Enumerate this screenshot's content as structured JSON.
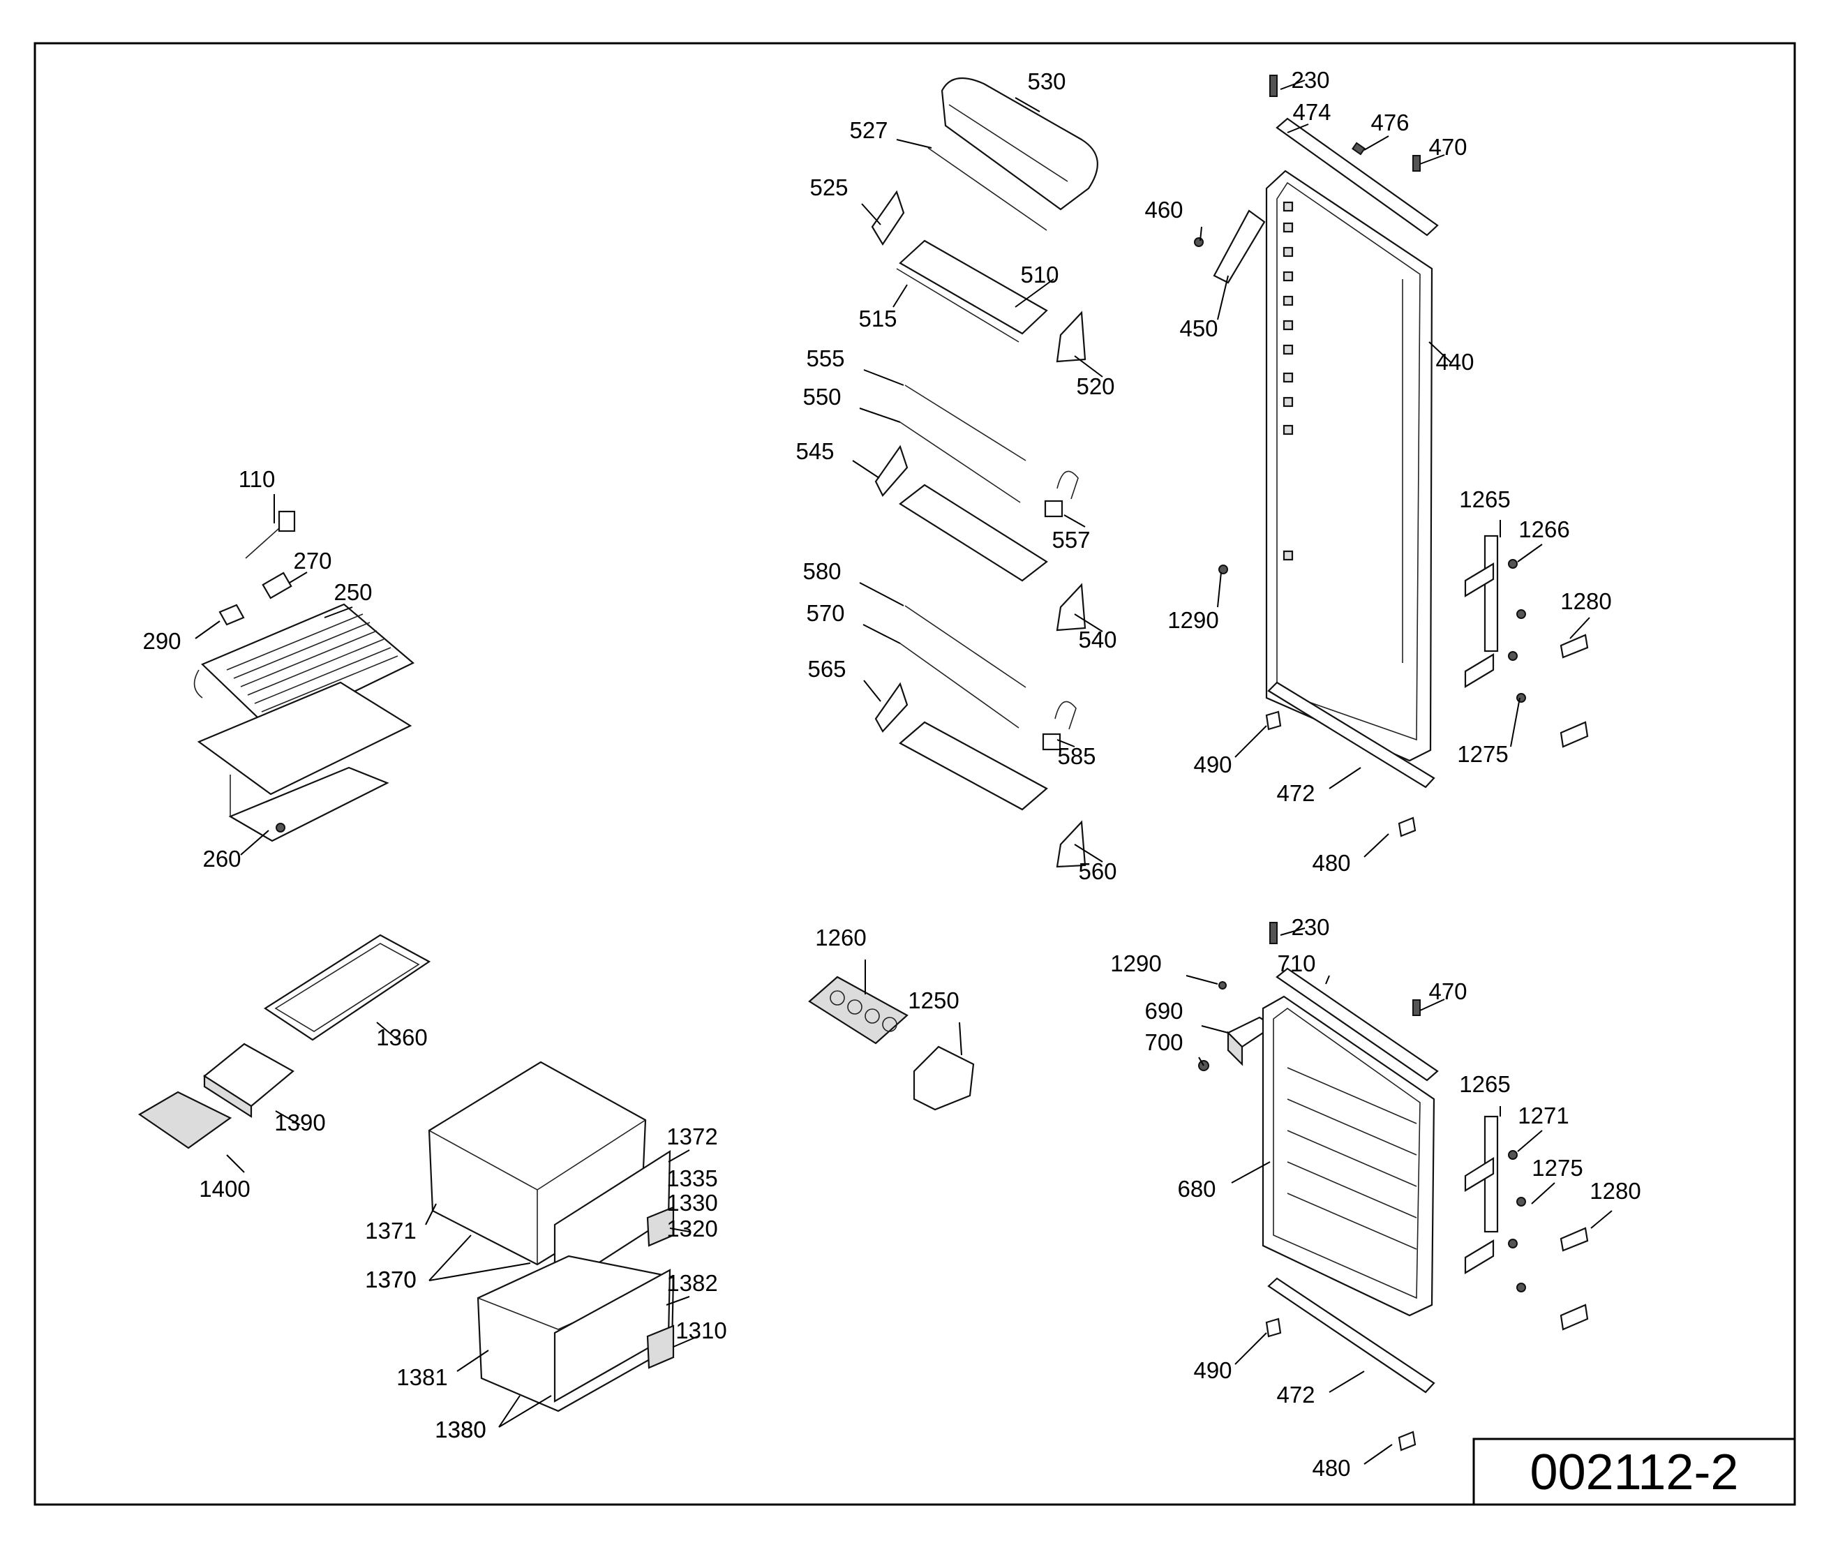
{
  "drawing_code": "002112-2",
  "callouts": [
    "530",
    "527",
    "525",
    "510",
    "515",
    "520",
    "555",
    "550",
    "545",
    "557",
    "580",
    "570",
    "565",
    "540",
    "585",
    "560",
    "230",
    "474",
    "476",
    "470",
    "460",
    "450",
    "440",
    "1290",
    "490",
    "472",
    "480",
    "1265",
    "1266",
    "1280",
    "1275",
    "110",
    "270",
    "250",
    "290",
    "260",
    "1260",
    "1250",
    "1360",
    "1390",
    "1400",
    "1372",
    "1335",
    "1330",
    "1320",
    "1371",
    "1370",
    "1382",
    "1310",
    "1381",
    "1380",
    "710",
    "690",
    "700",
    "680",
    "1271"
  ]
}
